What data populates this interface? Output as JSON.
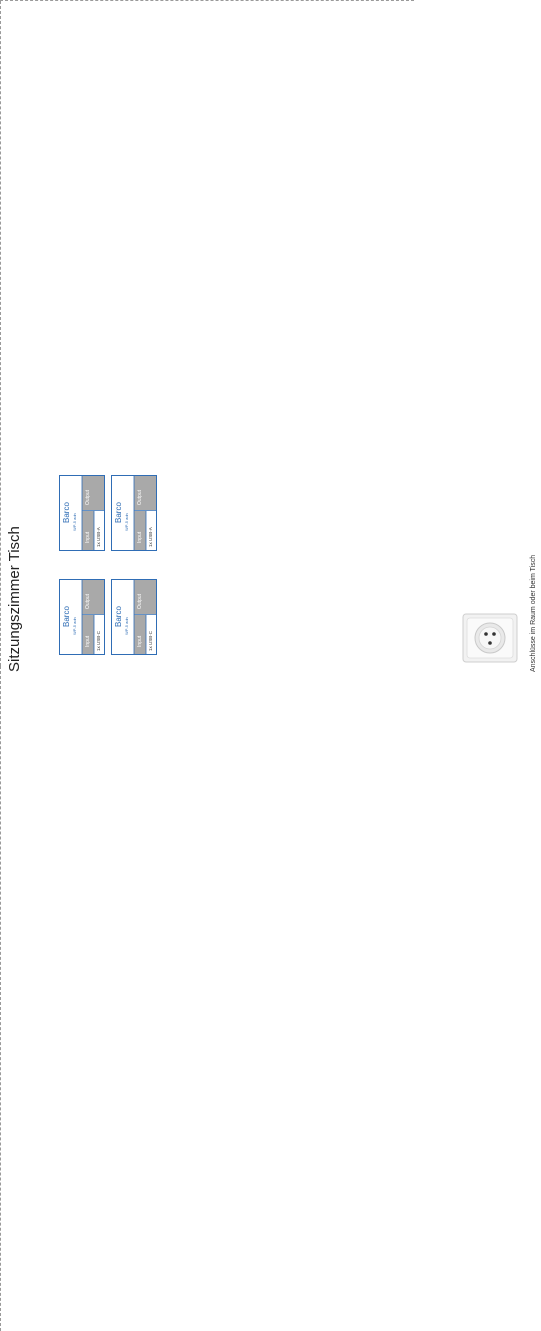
{
  "title": "Sitzungszimmer Tisch",
  "devices": [
    {
      "name": "Barco",
      "model": "WP-5 adn",
      "input": "Input",
      "output": "Output",
      "usb": "1x USB-C"
    },
    {
      "name": "Barco",
      "model": "WP-5 adn",
      "input": "Input",
      "output": "Output",
      "usb": "1x USB-C"
    },
    {
      "name": "Barco",
      "model": "WP-5 adn",
      "input": "Input",
      "output": "Output",
      "usb": "1x USB-A"
    },
    {
      "name": "Barco",
      "model": "WP-5 adn",
      "input": "Input",
      "output": "Output",
      "usb": "1x USB-A"
    }
  ],
  "caption": "Anschlüsse im Raum oder beim Tisch",
  "socket_icon": "power-socket-icon",
  "colors": {
    "device_border": "#2f6db5",
    "device_port": "#a9a9a9",
    "dashed": "#9a9a9a"
  }
}
